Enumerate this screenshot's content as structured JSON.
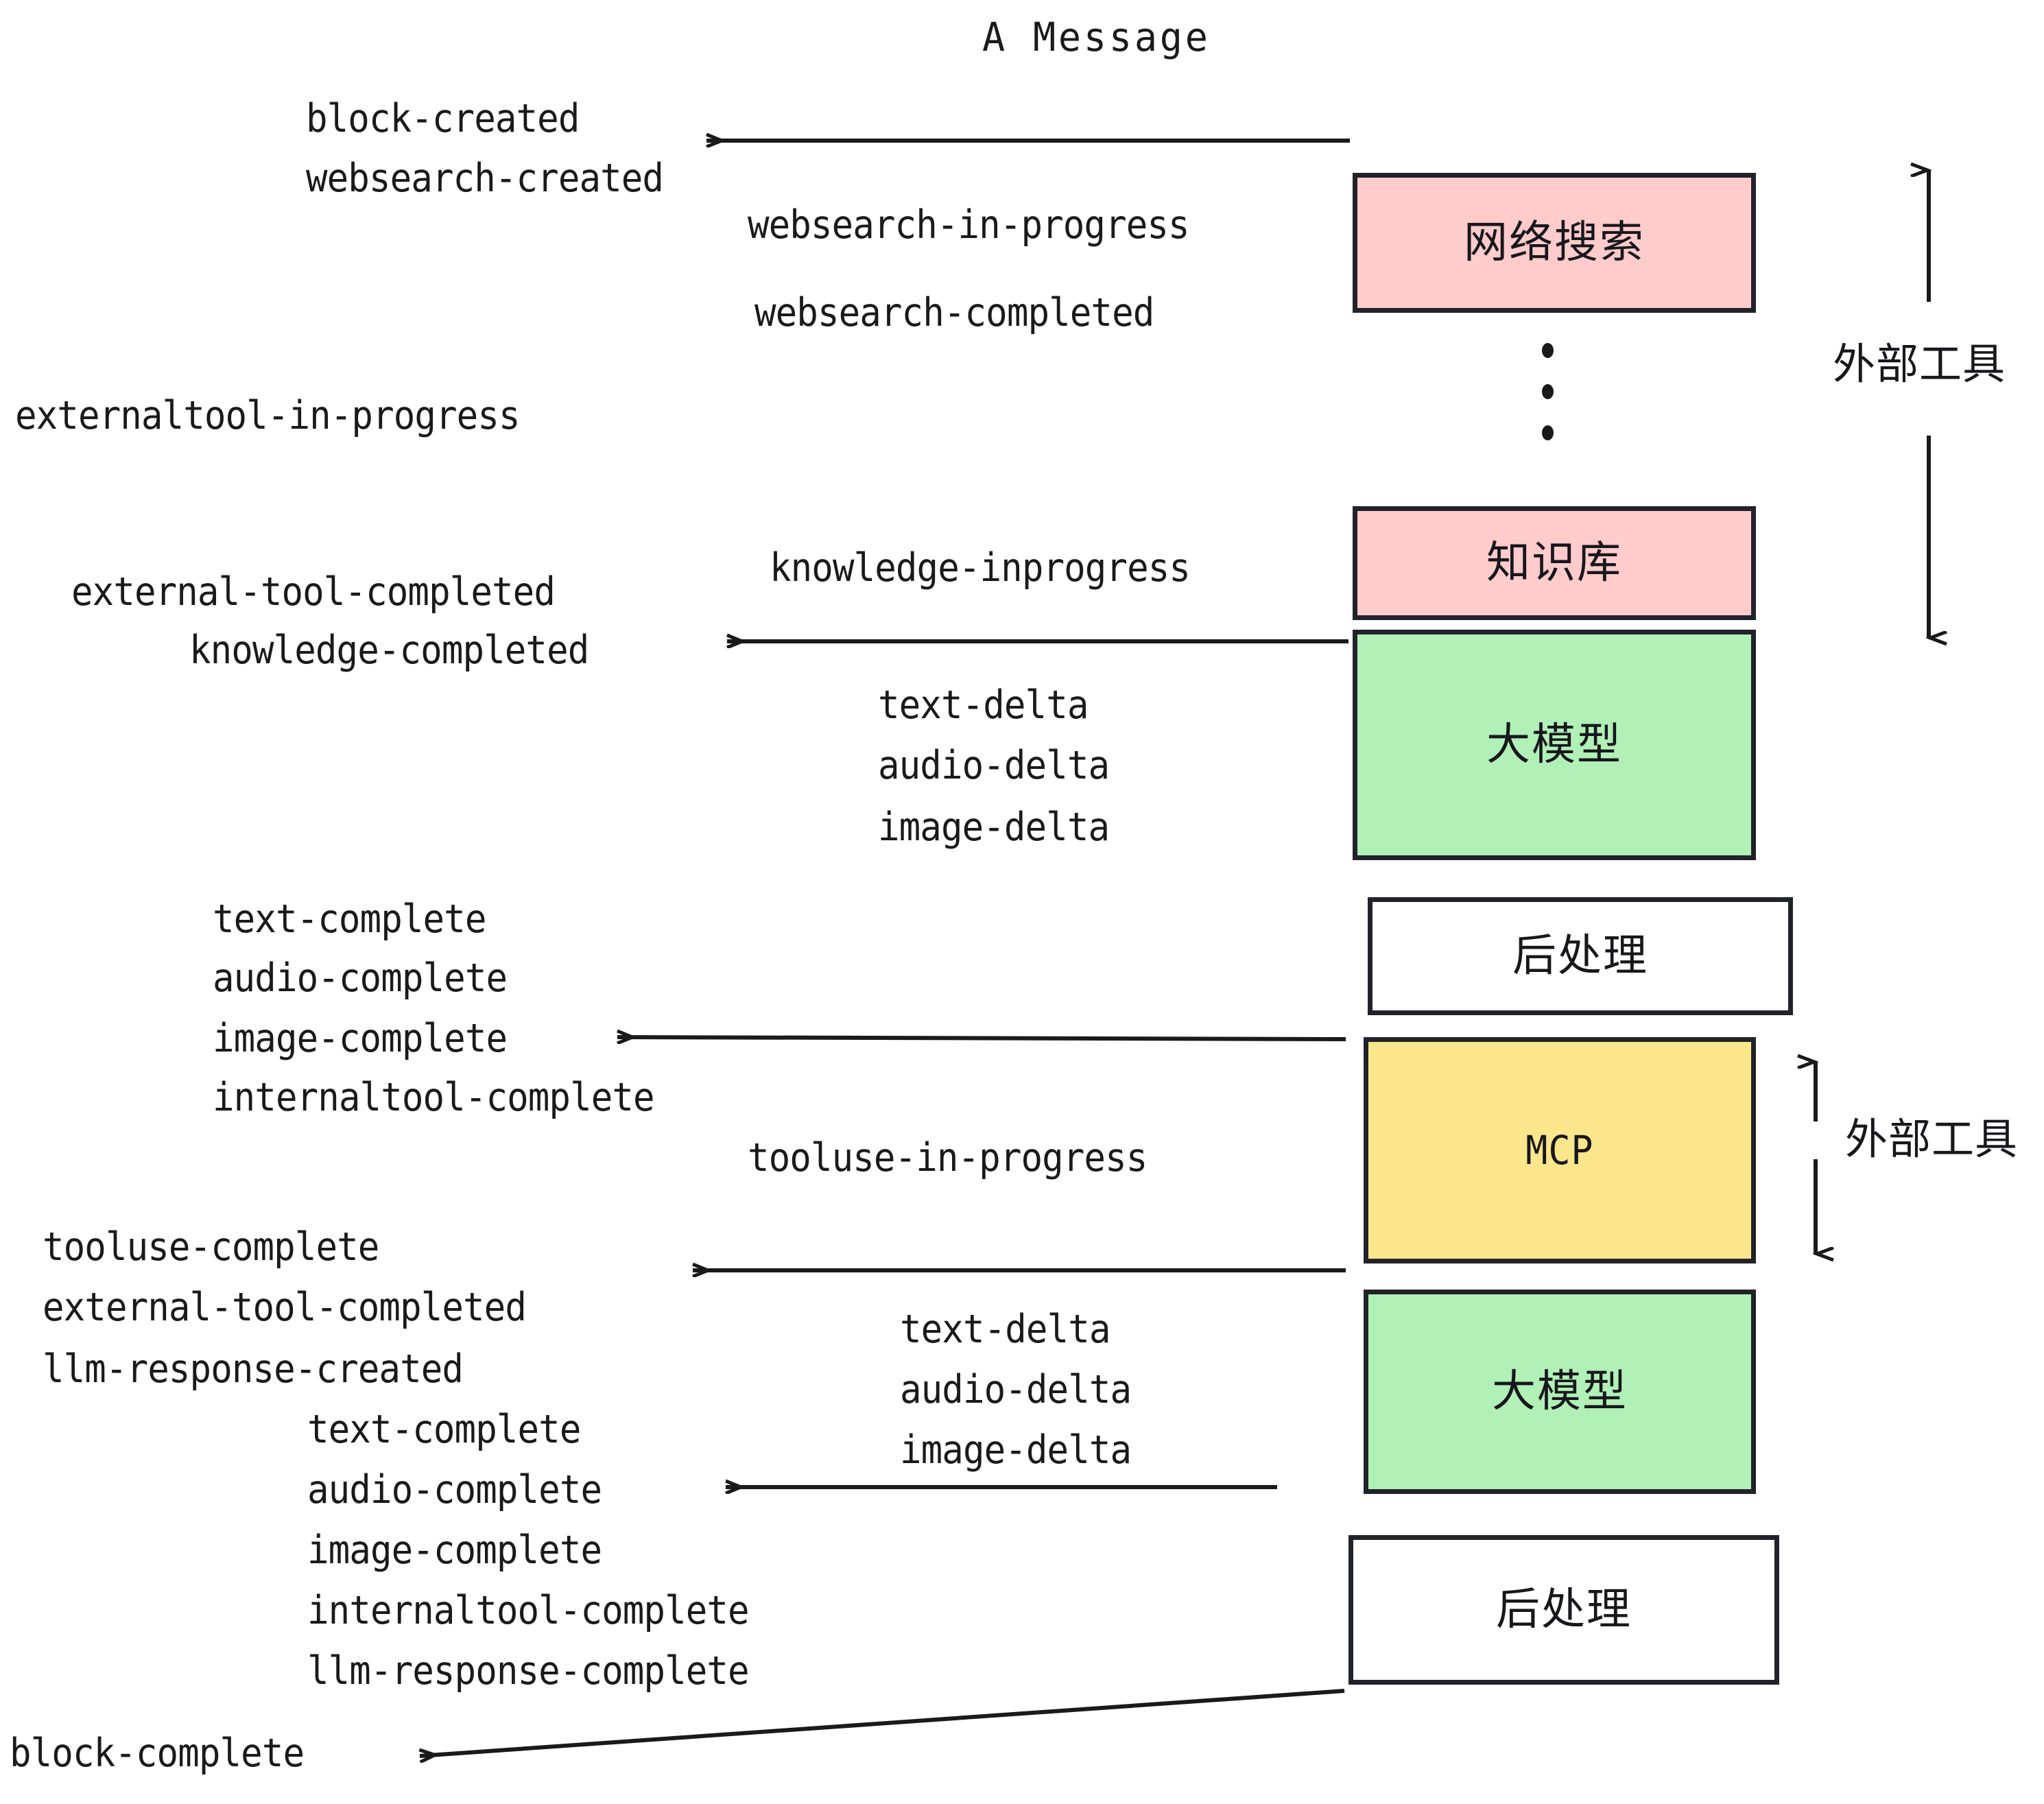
{
  "diagram": {
    "title": "A Message",
    "colors": {
      "pink": "#FFCBCB",
      "green": "#B1F0B6",
      "yellow": "#FBE68C",
      "white": "#FFFFFF",
      "stroke": "#22222A",
      "text": "#1A1A1A"
    },
    "boxes": [
      {
        "id": "websearch",
        "label": "网络搜索",
        "fill": "pink"
      },
      {
        "id": "knowledge",
        "label": "知识库",
        "fill": "pink"
      },
      {
        "id": "llm1",
        "label": "大模型",
        "fill": "green"
      },
      {
        "id": "post1",
        "label": "后处理",
        "fill": "white"
      },
      {
        "id": "mcp",
        "label": "MCP",
        "fill": "yellow"
      },
      {
        "id": "llm2",
        "label": "大模型",
        "fill": "green"
      },
      {
        "id": "post2",
        "label": "后处理",
        "fill": "white"
      }
    ],
    "side_labels": [
      {
        "id": "external-tools-top",
        "label": "外部工具"
      },
      {
        "id": "external-tools-bottom",
        "label": "外部工具"
      }
    ],
    "events": [
      {
        "id": "block-created",
        "text": "block-created"
      },
      {
        "id": "websearch-created",
        "text": "websearch-created"
      },
      {
        "id": "websearch-in-progress",
        "text": "websearch-in-progress"
      },
      {
        "id": "websearch-completed",
        "text": "websearch-completed"
      },
      {
        "id": "externaltool-in-progress",
        "text": "externaltool-in-progress"
      },
      {
        "id": "knowledge-inprogress",
        "text": "knowledge-inprogress"
      },
      {
        "id": "external-tool-completed-1",
        "text": "external-tool-completed"
      },
      {
        "id": "knowledge-completed",
        "text": "knowledge-completed"
      },
      {
        "id": "text-delta-1",
        "text": "text-delta"
      },
      {
        "id": "audio-delta-1",
        "text": "audio-delta"
      },
      {
        "id": "image-delta-1",
        "text": "image-delta"
      },
      {
        "id": "text-complete-1",
        "text": "text-complete"
      },
      {
        "id": "audio-complete-1",
        "text": "audio-complete"
      },
      {
        "id": "image-complete-1",
        "text": "image-complete"
      },
      {
        "id": "internaltool-complete-1",
        "text": "internaltool-complete"
      },
      {
        "id": "tooluse-in-progress",
        "text": "tooluse-in-progress"
      },
      {
        "id": "tooluse-complete",
        "text": "tooluse-complete"
      },
      {
        "id": "external-tool-completed-2",
        "text": "external-tool-completed"
      },
      {
        "id": "llm-response-created",
        "text": "llm-response-created"
      },
      {
        "id": "text-delta-2",
        "text": "text-delta"
      },
      {
        "id": "audio-delta-2",
        "text": "audio-delta"
      },
      {
        "id": "image-delta-2",
        "text": "image-delta"
      },
      {
        "id": "text-complete-2",
        "text": "text-complete"
      },
      {
        "id": "audio-complete-2",
        "text": "audio-complete"
      },
      {
        "id": "image-complete-2",
        "text": "image-complete"
      },
      {
        "id": "internaltool-complete-2",
        "text": "internaltool-complete"
      },
      {
        "id": "llm-response-complete",
        "text": "llm-response-complete"
      },
      {
        "id": "block-complete",
        "text": "block-complete"
      }
    ]
  }
}
